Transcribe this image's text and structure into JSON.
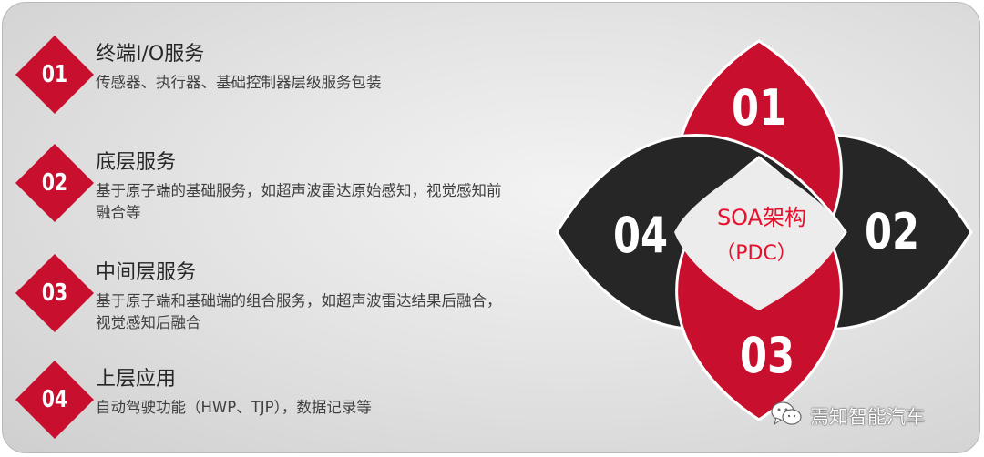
{
  "items": [
    {
      "number": "01",
      "title": "终端I/O服务",
      "description": "传感器、执行器、基础控制器层级服务包装"
    },
    {
      "number": "02",
      "title": "底层服务",
      "description": "基于原子端的基础服务，如超声波雷达原始感知，视觉感知前融合等"
    },
    {
      "number": "03",
      "title": "中间层服务",
      "description": "基于原子端和基础端的组合服务，如超声波雷达结果后融合，视觉感知后融合"
    },
    {
      "number": "04",
      "title": "上层应用",
      "description": "自动驾驶功能（HWP、TJP），数据记录等"
    }
  ],
  "diagram": {
    "petals": [
      {
        "label": "01",
        "color": "#c8102e"
      },
      {
        "label": "02",
        "color": "#262626"
      },
      {
        "label": "03",
        "color": "#c8102e"
      },
      {
        "label": "04",
        "color": "#262626"
      }
    ],
    "center_line1": "SOA架构",
    "center_line2": "（PDC）",
    "center_color": "#e8112d"
  },
  "diamond_color": "#c8102e",
  "watermark": {
    "text": "焉知智能汽车",
    "icon": "wechat-icon"
  }
}
